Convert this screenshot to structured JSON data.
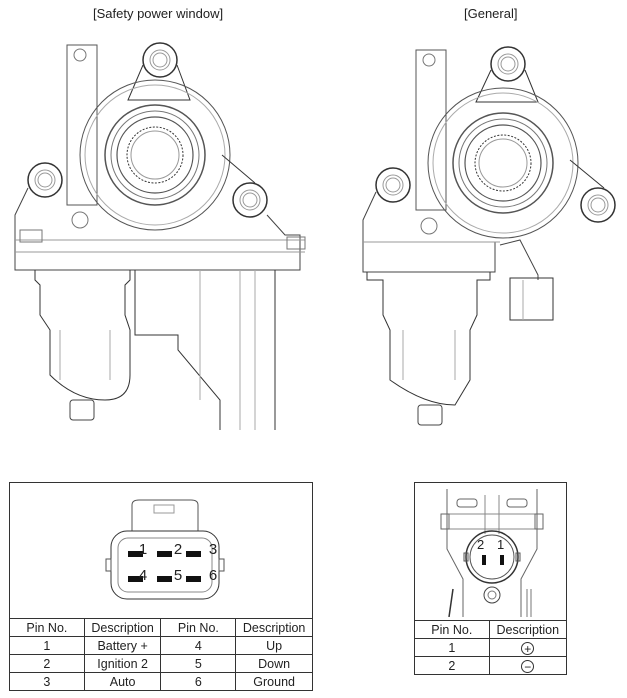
{
  "variants": [
    {
      "title": "[Safety power window]",
      "connector": {
        "type": "6-pin",
        "pin_labels_top": [
          "1",
          "2",
          "3"
        ],
        "pin_labels_bottom": [
          "4",
          "5",
          "6"
        ]
      },
      "table": {
        "headers": [
          "Pin No.",
          "Description",
          "Pin No.",
          "Description"
        ],
        "rows": [
          [
            "1",
            "Battery +",
            "4",
            "Up"
          ],
          [
            "2",
            "Ignition 2",
            "5",
            "Down"
          ],
          [
            "3",
            "Auto",
            "6",
            "Ground"
          ]
        ]
      }
    },
    {
      "title": "[General]",
      "connector": {
        "type": "2-pin",
        "pin_labels": [
          "2",
          "1"
        ]
      },
      "table": {
        "headers": [
          "Pin No.",
          "Description"
        ],
        "rows": [
          [
            "1",
            "+"
          ],
          [
            "2",
            "−"
          ]
        ]
      }
    }
  ],
  "colors": {
    "line_dark": "#333333",
    "line_light": "#999999",
    "background": "#ffffff"
  }
}
